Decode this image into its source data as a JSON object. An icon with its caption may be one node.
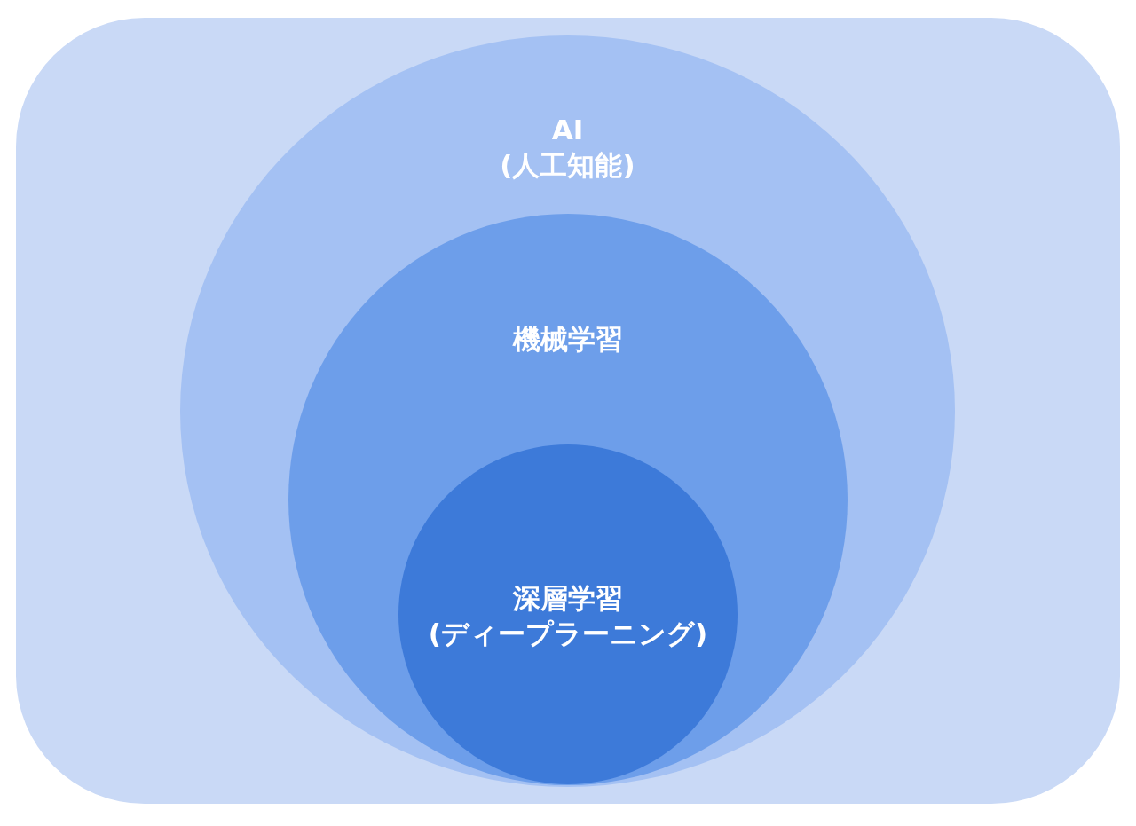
{
  "diagram": {
    "nodes": [
      {
        "text": [],
        "shape": "box"
      },
      {
        "text": [
          "AI",
          "(人工知能)"
        ],
        "in": 0
      },
      {
        "text": [
          "機械学習"
        ],
        "in": 1
      },
      {
        "text": [
          "深層学習",
          "(ディープラーニング)"
        ],
        "in": 2
      }
    ]
  }
}
